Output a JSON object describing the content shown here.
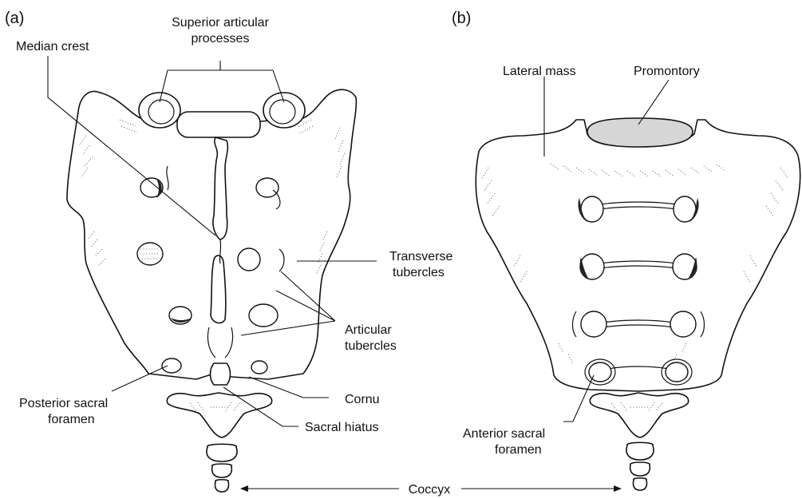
{
  "panels": {
    "a": "(a)",
    "b": "(b)"
  },
  "labels": {
    "superior_articular_1": "Superior articular",
    "superior_articular_2": "processes",
    "median_crest": "Median crest",
    "transverse_1": "Transverse",
    "transverse_2": "tubercles",
    "articular_1": "Articular",
    "articular_2": "tubercles",
    "posterior_sacral_1": "Posterior sacral",
    "posterior_sacral_2": "foramen",
    "cornu": "Cornu",
    "sacral_hiatus": "Sacral hiatus",
    "lateral_mass": "Lateral mass",
    "promontory": "Promontory",
    "anterior_sacral_1": "Anterior sacral",
    "anterior_sacral_2": "foramen",
    "coccyx": "Coccyx"
  }
}
